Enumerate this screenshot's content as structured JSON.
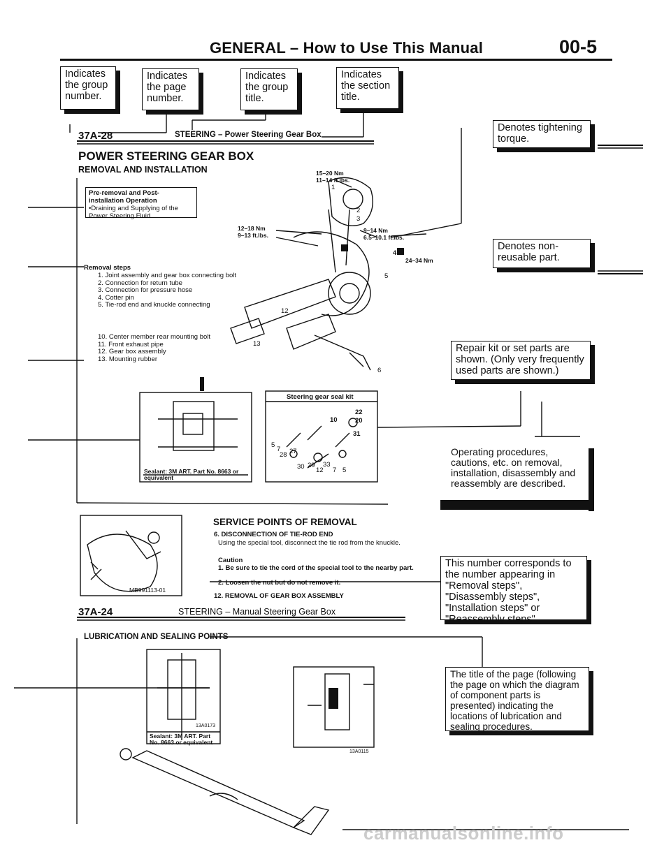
{
  "header": {
    "title": "GENERAL – How to Use This Manual",
    "page_code": "00-5"
  },
  "callouts": {
    "group_number": "Indicates the group number.",
    "page_number": "Indicates the page number.",
    "group_title": "Indicates the group title.",
    "section_title": "Indicates the section title.",
    "tightening_torque": "Denotes tightening torque.",
    "non_reusable": "Denotes non-reusable part.",
    "repair_kit": "Repair kit or set parts are shown. (Only very frequently used parts are shown.)",
    "operating_procedures": "Operating procedures, cautions, etc. on removal, installation, disassembly and reassembly are described.",
    "number_corresponds": "This number corresponds to the number appearing in \"Removal steps\", \"Disassembly steps\", \"Installation steps\" or \"Reassembly steps\".",
    "page_title_note": "The title of the page (following the page on which the diagram of component parts is presented) indicating the locations of lubrication and sealing procedures."
  },
  "page1": {
    "page_ref": "37A-28",
    "group_line": "STEERING – Power Steering Gear Box",
    "section_title": "POWER STEERING GEAR BOX",
    "subtitle": "REMOVAL AND INSTALLATION",
    "pre_removal_title": "Pre-removal and Post-installation Operation",
    "pre_removal_item": "•Draining and Supplying of the Power Steering Fluid",
    "removal_steps_label": "Removal steps",
    "steps": [
      "1. Joint assembly and gear box connecting bolt",
      "2. Connection for return tube",
      "3. Connection for pressure hose",
      "4. Cotter pin",
      "5. Tie-rod end and knuckle connecting",
      "10. Center member rear mounting bolt",
      "11. Front exhaust pipe",
      "12. Gear box assembly",
      "13. Mounting rubber"
    ],
    "torques": [
      "15–20 Nm",
      "11–14 ft.lbs.",
      "12–18 Nm",
      "9–13 ft.lbs.",
      "9–14 Nm",
      "6.5–10.1 ft.lbs.",
      "24–34 Nm"
    ],
    "diagram_numbers": [
      "1",
      "2",
      "3",
      "4",
      "5",
      "12",
      "13",
      "6"
    ],
    "seal_kit_title": "Steering gear seal kit",
    "seal_kit_numbers": [
      "10",
      "22",
      "20",
      "31",
      "5",
      "7",
      "28",
      "27",
      "30",
      "29",
      "12",
      "33",
      "7",
      "5"
    ],
    "sealant_note": "Sealant: 3M ART. Part No. 8663 or equivalent"
  },
  "service": {
    "title": "SERVICE POINTS OF REMOVAL",
    "item_title": "6. DISCONNECTION OF TIE-ROD END",
    "item_text": "Using the special tool, disconnect the tie rod from the knuckle.",
    "caution_label": "Caution",
    "caution_1": "1. Be sure to tie the cord of the special tool to the nearby part.",
    "caution_2": "2. Loosen the nut but do not remove it.",
    "item_12": "12. REMOVAL OF GEAR BOX ASSEMBLY",
    "figure_code": "MB991113-01"
  },
  "page2": {
    "page_ref": "37A-24",
    "group_line": "STEERING – Manual Steering Gear Box",
    "section_title": "LUBRICATION AND SEALING POINTS",
    "sealant_note": "Sealant: 3M ART. Part No. 8663 or equivalent",
    "fig_code_1": "13A0173",
    "fig_code_2": "13A0115"
  },
  "watermark": "carmanualsonline.info"
}
